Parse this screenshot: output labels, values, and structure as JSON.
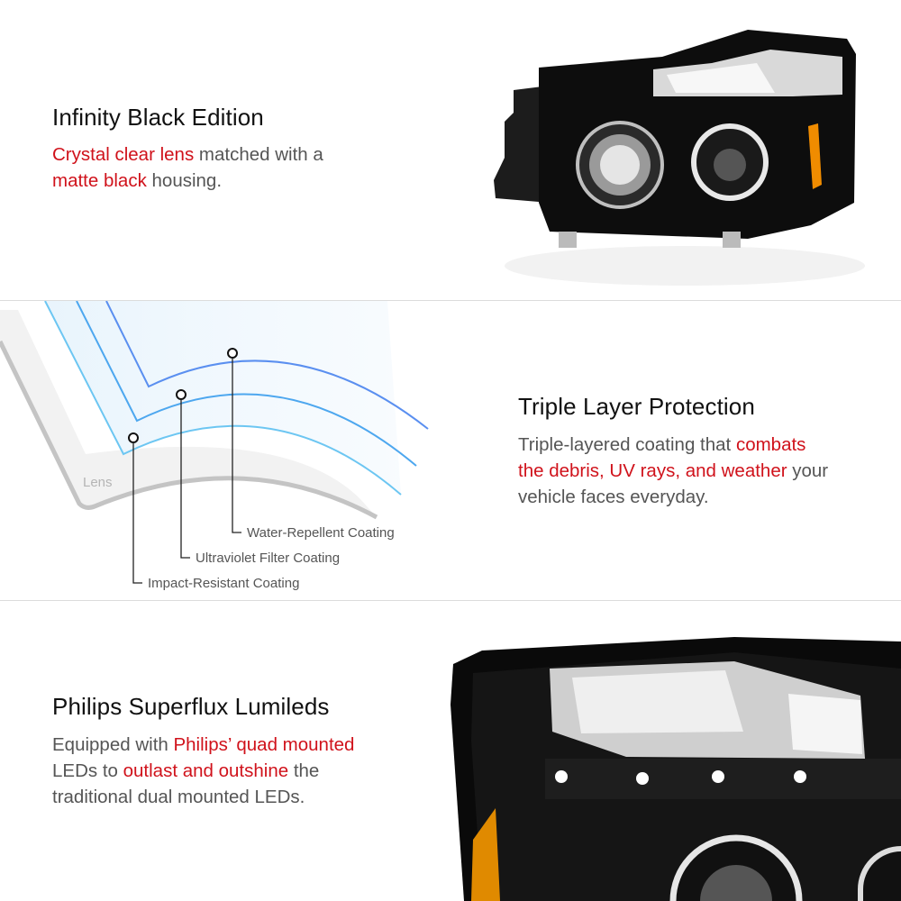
{
  "sections": [
    {
      "title": "Infinity Black Edition",
      "lines": [
        [
          {
            "text": "Crystal clear lens",
            "red": true
          },
          {
            "text": " matched with a",
            "red": false
          }
        ],
        [
          {
            "text": "matte black",
            "red": true
          },
          {
            "text": " housing.",
            "red": false
          }
        ]
      ]
    },
    {
      "title": "Triple Layer Protection",
      "lines": [
        [
          {
            "text": "Triple-layered coating that ",
            "red": false
          },
          {
            "text": "combats",
            "red": true
          }
        ],
        [
          {
            "text": "the debris, UV rays, and weather",
            "red": true
          },
          {
            "text": " your",
            "red": false
          }
        ],
        [
          {
            "text": "vehicle faces everyday.",
            "red": false
          }
        ]
      ],
      "diagram": {
        "lens_label": "Lens",
        "coatings": [
          "Water-Repellent Coating",
          "Ultraviolet Filter Coating",
          "Impact-Resistant Coating"
        ]
      }
    },
    {
      "title": "Philips Superflux Lumileds",
      "lines": [
        [
          {
            "text": "Equipped with ",
            "red": false
          },
          {
            "text": "Philips’ quad mounted",
            "red": true
          }
        ],
        [
          {
            "text": "LEDs to ",
            "red": false
          },
          {
            "text": "outlast and outshine",
            "red": true
          },
          {
            "text": " the",
            "red": false
          }
        ],
        [
          {
            "text": "traditional dual mounted LEDs.",
            "red": false
          }
        ]
      ]
    }
  ],
  "colors": {
    "accent_red": "#d0121b",
    "heading": "#111111",
    "body": "#555555"
  }
}
